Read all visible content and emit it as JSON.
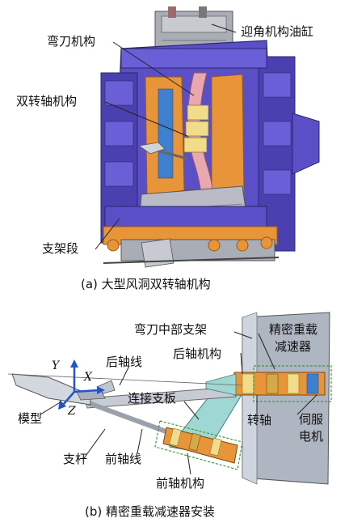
{
  "panel_a": {
    "labels": {
      "leading_edge_actuator": "迎角机构油缸",
      "sickle_mechanism": "弯刀机构",
      "dual_axis_mechanism": "双转轴机构",
      "support_section": "支架段"
    },
    "caption": "(a) 大型风洞双转轴机构"
  },
  "panel_b": {
    "labels": {
      "sickle_middle_bracket": "弯刀中部支架",
      "precision_reducer_line1": "精密重载",
      "precision_reducer_line2": "减速器",
      "rear_axis_mechanism": "后轴机构",
      "rear_axis_line": "后轴线",
      "connecting_plate": "连接支板",
      "model": "模型",
      "rotating_shaft": "转轴",
      "servo_motor_line1": "伺服",
      "servo_motor_line2": "电机",
      "sting": "支杆",
      "front_axis_line": "前轴线",
      "front_axis_mechanism": "前轴机构"
    },
    "axes": {
      "y": "Y",
      "x": "X",
      "z": "Z"
    },
    "caption": "(b) 精密重载减速器安装"
  },
  "colors": {
    "frame_purple": "#5b4fc8",
    "frame_dark": "#3d338f",
    "orange": "#e8953a",
    "pink": "#e9a7b0",
    "yellow": "#f0dc8a",
    "teal": "#9fd8d2",
    "gray": "#b9bcc4",
    "green_dash": "#3c9a3c"
  }
}
